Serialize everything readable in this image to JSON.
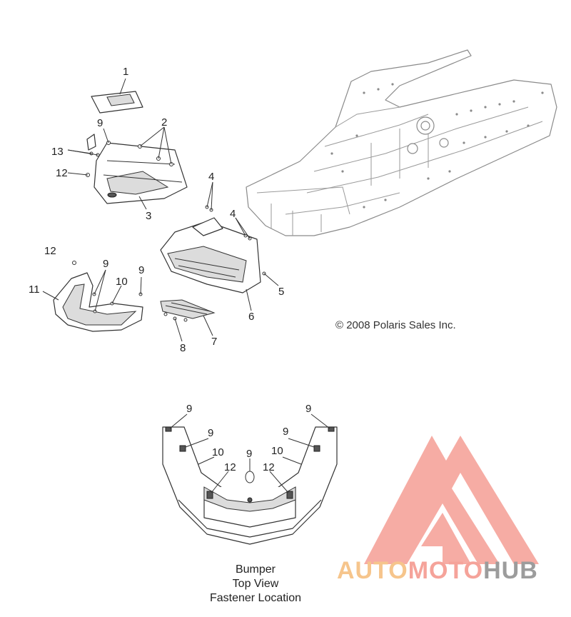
{
  "callouts": {
    "c1": "1",
    "c2": "2",
    "c3": "3",
    "c4a": "4",
    "c4b": "4",
    "c5": "5",
    "c6": "6",
    "c7": "7",
    "c8": "8",
    "c9a": "9",
    "c9b": "9",
    "c9c": "9",
    "c10": "10",
    "c11": "11",
    "c12a": "12",
    "c12b": "12",
    "c13": "13"
  },
  "bumper_callouts": {
    "tl9": "9",
    "tr9": "9",
    "ml9": "9",
    "mr9": "9",
    "c9": "9",
    "l10": "10",
    "r10": "10",
    "l12": "12",
    "r12": "12"
  },
  "copyright": "© 2008 Polaris Sales Inc.",
  "caption": {
    "line1": "Bumper",
    "line2": "Top View",
    "line3": "Fastener Location"
  },
  "watermark": {
    "part1": "AUTO",
    "part2": "MOTO",
    "part3": "HUB",
    "colors": {
      "auto": "#f6c58c",
      "moto": "#f5a39a",
      "hub": "#9c9c9c",
      "logo": "#f5a39a"
    }
  }
}
